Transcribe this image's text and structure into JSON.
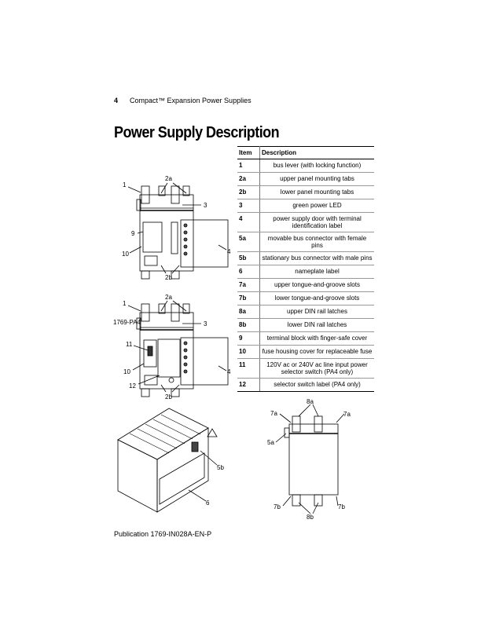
{
  "header": {
    "page_number": "4",
    "title": "Compact™ Expansion Power Supplies"
  },
  "page_title": "Power Supply Description",
  "table": {
    "headers": [
      "Item",
      "Description"
    ],
    "rows": [
      {
        "item": "1",
        "desc": "bus lever (with locking function)"
      },
      {
        "item": "2a",
        "desc": "upper panel mounting tabs"
      },
      {
        "item": "2b",
        "desc": "lower panel mounting tabs"
      },
      {
        "item": "3",
        "desc": "green power LED"
      },
      {
        "item": "4",
        "desc": "power supply door with terminal identification label"
      },
      {
        "item": "5a",
        "desc": "movable bus connector with female pins"
      },
      {
        "item": "5b",
        "desc": "stationary bus connector with male pins"
      },
      {
        "item": "6",
        "desc": "nameplate label"
      },
      {
        "item": "7a",
        "desc": "upper tongue-and-groove slots"
      },
      {
        "item": "7b",
        "desc": "lower tongue-and-groove slots"
      },
      {
        "item": "8a",
        "desc": "upper DIN rail latches"
      },
      {
        "item": "8b",
        "desc": "lower DIN rail latches"
      },
      {
        "item": "9",
        "desc": "terminal block with finger-safe cover"
      },
      {
        "item": "10",
        "desc": "fuse housing cover for replaceable fuse"
      },
      {
        "item": "11",
        "desc": "120V ac or 240V ac line input power selector switch (PA4 only)"
      },
      {
        "item": "12",
        "desc": "selector switch label (PA4 only)"
      }
    ]
  },
  "fig1": {
    "c1": "1",
    "c2a": "2a",
    "c3": "3",
    "c9": "9",
    "c10": "10",
    "c4": "4",
    "c2b": "2b"
  },
  "fig2": {
    "model": "1769-PA4",
    "c1": "1",
    "c2a": "2a",
    "c3": "3",
    "c11": "11",
    "c10": "10",
    "c4": "4",
    "c12": "12",
    "c2b": "2b"
  },
  "fig3": {
    "c5b": "5b",
    "c6": "6"
  },
  "fig4": {
    "c7a_left": "7a",
    "c8a": "8a",
    "c7a_right": "7a",
    "c5a": "5a",
    "c7b_left": "7b",
    "c8b": "8b",
    "c7b_right": "7b"
  },
  "footer": "Publication 1769-IN028A-EN-P"
}
